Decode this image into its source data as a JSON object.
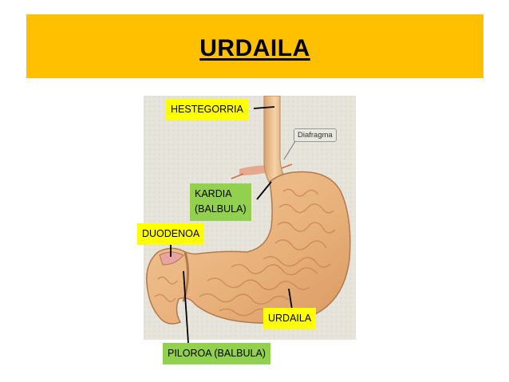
{
  "title": "URDAILA",
  "labels": {
    "esophagus": "HESTEGORRIA",
    "diaphragm": "Diafragma",
    "cardia_line1": "KARDIA",
    "cardia_line2": "(BALBULA)",
    "duodenum": "DUODENOA",
    "stomach": "URDAILA",
    "pylorus": "PILOROA (BALBULA)"
  },
  "colors": {
    "title_bar": "#ffc000",
    "label_yellow": "#ffff00",
    "label_green": "#92d050",
    "tissue": "#e8b07a"
  }
}
